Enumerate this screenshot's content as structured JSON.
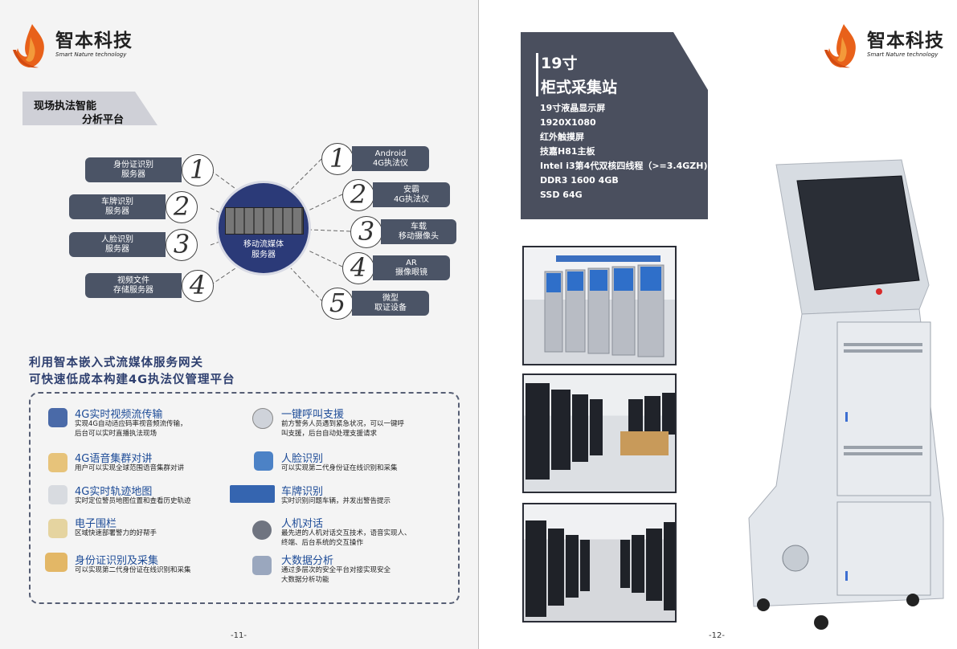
{
  "brand": {
    "name_cn": "智本科技",
    "name_en": "Smart Nature technology"
  },
  "left": {
    "section": {
      "line1": "现场执法智能",
      "line2": "分析平台"
    },
    "hub_label": "移动流媒体\n服务器",
    "left_nodes": [
      {
        "num": "1",
        "label": "身份证识别\n服务器"
      },
      {
        "num": "2",
        "label": "车牌识别\n服务器"
      },
      {
        "num": "3",
        "label": "人脸识别\n服务器"
      },
      {
        "num": "4",
        "label": "视频文件\n存储服务器"
      }
    ],
    "right_nodes": [
      {
        "num": "1",
        "label": "Android\n4G执法仪"
      },
      {
        "num": "2",
        "label": "安霸\n4G执法仪"
      },
      {
        "num": "3",
        "label": "车载\n移动摄像头"
      },
      {
        "num": "4",
        "label": "AR\n摄像眼镜"
      },
      {
        "num": "5",
        "label": "微型\n取证设备"
      }
    ],
    "headline": {
      "line1": "利用智本嵌入式流媒体服务网关",
      "line2": "可快速低成本构建4G执法仪管理平台"
    },
    "features": [
      {
        "title": "4G实时视频流传输",
        "desc": "实现4G自动适应码率视音频流传输，\n后台可以实时直播执法现场",
        "icon": "video-camera-icon",
        "color": "#4a6aa8"
      },
      {
        "title": "一键呼叫支援",
        "desc": "前方警务人员遇到紧急状况，可以一键呼\n叫支援，后台自动处理支援请求",
        "icon": "sos-icon",
        "color": "#cfd3da"
      },
      {
        "title": "4G语音集群对讲",
        "desc": "用户可以实现全球范围语音集群对讲",
        "icon": "radio-icon",
        "color": "#e7c37a"
      },
      {
        "title": "人脸识别",
        "desc": "可以实现第二代身份证在线识别和采集",
        "icon": "face-icon",
        "color": "#4c82c6"
      },
      {
        "title": "4G实时轨迹地图",
        "desc": "实时定位警员地图位置和查看历史轨迹",
        "icon": "map-pin-icon",
        "color": "#d8dbe0"
      },
      {
        "title": "车牌识别",
        "desc": "实时识别问题车辆，并发出警告提示",
        "icon": "license-plate-icon",
        "color": "#3565b0"
      },
      {
        "title": "电子围栏",
        "desc": "区域快速部署警力的好帮手",
        "icon": "fence-icon",
        "color": "#e5d4a0"
      },
      {
        "title": "人机对话",
        "desc": "最先进的人机对话交互技术，语音实现人、\n终端、后台系统的交互操作",
        "icon": "speaker-icon",
        "color": "#6f7480"
      },
      {
        "title": "身份证识别及采集",
        "desc": "可以实现第二代身份证在线识别和采集",
        "icon": "id-card-icon",
        "color": "#e3b766"
      },
      {
        "title": "大数据分析",
        "desc": "通过多层次的安全平台对接实现安全\n大数据分析功能",
        "icon": "database-icon",
        "color": "#9aa7be"
      }
    ],
    "page_number": "-11-"
  },
  "right": {
    "spec": {
      "title1": "19寸",
      "title2": "柜式采集站",
      "lines": [
        "19寸液晶显示屏",
        "1920X1080",
        "红外触摸屏",
        "技嘉H81主板",
        "Intel i3第4代双核四线程（>=3.4GZH)",
        "DDR3 1600  4GB",
        "SSD 64G"
      ]
    },
    "page_number": "-12-"
  }
}
